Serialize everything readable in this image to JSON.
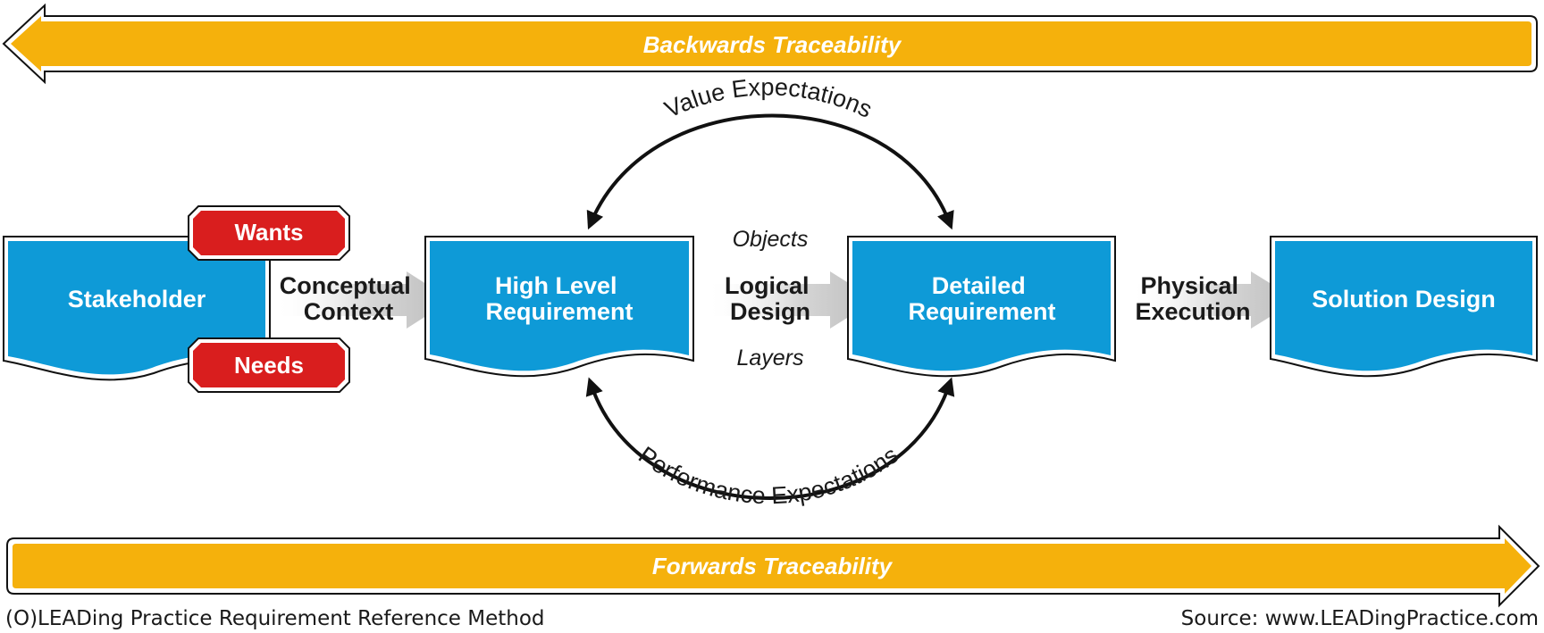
{
  "arrows": {
    "backwards": "Backwards Traceability",
    "forwards": "Forwards Traceability"
  },
  "boxes": {
    "stakeholder": "Stakeholder",
    "high_level": [
      "High Level",
      "Requirement"
    ],
    "detailed": [
      "Detailed",
      "Requirement"
    ],
    "solution": "Solution Design"
  },
  "tags": {
    "wants": "Wants",
    "needs": "Needs"
  },
  "connectors": {
    "conceptual": [
      "Conceptual",
      "Context"
    ],
    "logical": [
      "Logical",
      "Design"
    ],
    "physical": [
      "Physical",
      "Execution"
    ]
  },
  "annotations": {
    "objects": "Objects",
    "layers": "Layers"
  },
  "arcs": {
    "value": "Value Expectations",
    "performance": "Performance Expectations"
  },
  "footer": {
    "left": "(O)LEADing Practice Requirement Reference Method",
    "right": "Source: www.LEADingPractice.com"
  },
  "colors": {
    "orange": "#F5B10C",
    "blue": "#0E9AD7",
    "red": "#D91E1E"
  }
}
